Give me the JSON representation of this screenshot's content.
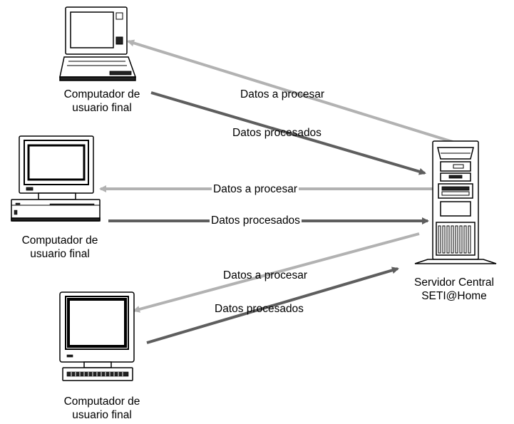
{
  "colors": {
    "arrow_light": "#b2b2b2",
    "arrow_dark": "#5e5e5e",
    "device_stroke": "#000000",
    "background": "#ffffff"
  },
  "devices": {
    "laptop": {
      "line1": "Computador de",
      "line2": "usuario final"
    },
    "desktop": {
      "line1": "Computador de",
      "line2": "usuario final"
    },
    "terminal": {
      "line1": "Computador de",
      "line2": "usuario final"
    },
    "server": {
      "line1": "Servidor Central",
      "line2": "SETI@Home"
    }
  },
  "flows": {
    "laptop_in": "Datos a procesar",
    "laptop_out": "Datos procesados",
    "desktop_in": "Datos a procesar",
    "desktop_out": "Datos procesados",
    "terminal_in": "Datos a procesar",
    "terminal_out": "Datos procesados"
  }
}
